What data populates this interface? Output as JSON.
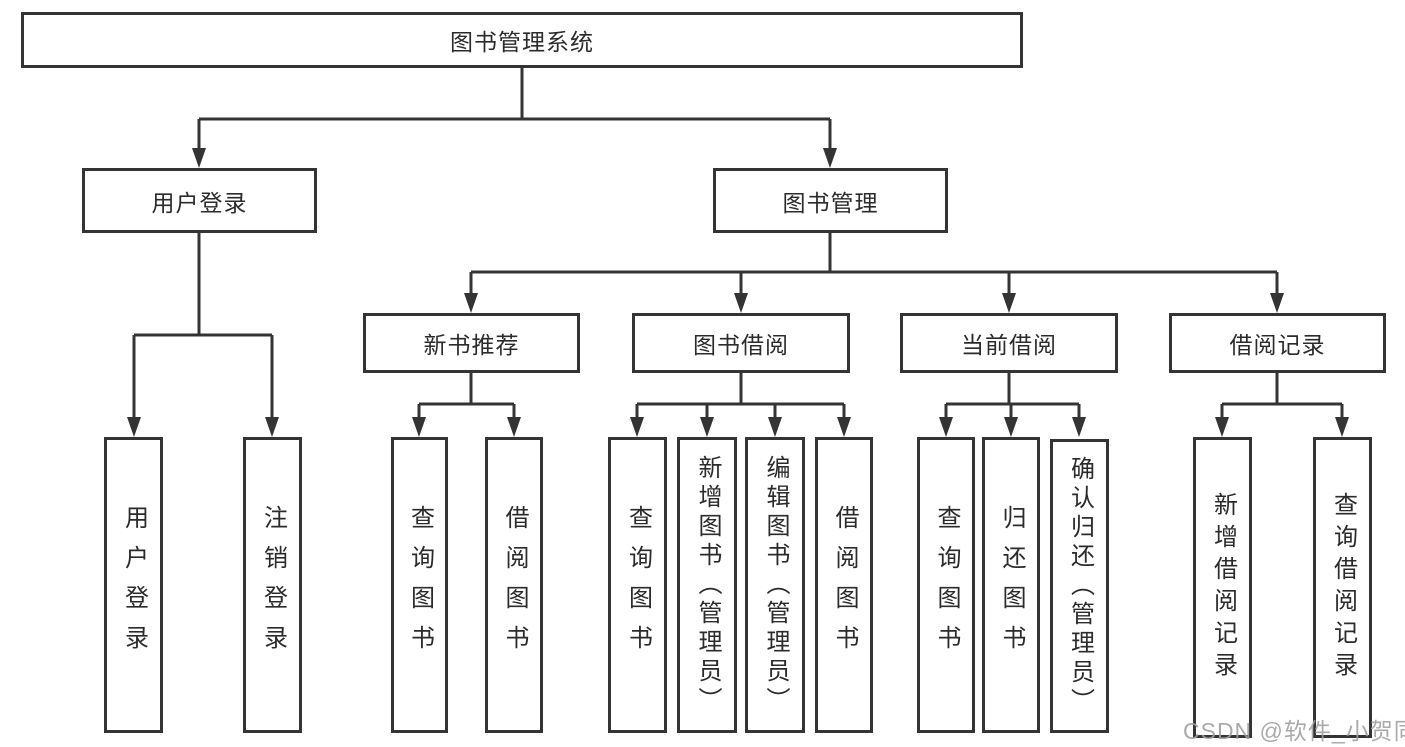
{
  "diagram": {
    "root": {
      "label": "图书管理系统"
    },
    "level2": [
      {
        "id": "user-login",
        "label": "用户登录",
        "parent": "图书管理系统"
      },
      {
        "id": "book-management",
        "label": "图书管理",
        "parent": "图书管理系统"
      }
    ],
    "level3": [
      {
        "id": "new-book-recommend",
        "label": "新书推荐",
        "parent": "图书管理"
      },
      {
        "id": "book-borrow",
        "label": "图书借阅",
        "parent": "图书管理"
      },
      {
        "id": "current-borrow",
        "label": "当前借阅",
        "parent": "图书管理"
      },
      {
        "id": "borrow-records",
        "label": "借阅记录",
        "parent": "图书管理"
      }
    ],
    "leaves": [
      {
        "label": "用户登录",
        "parent": "用户登录"
      },
      {
        "label": "注销登录",
        "parent": "用户登录"
      },
      {
        "label": "查询图书",
        "parent": "新书推荐"
      },
      {
        "label": "借阅图书",
        "parent": "新书推荐"
      },
      {
        "label": "查询图书",
        "parent": "图书借阅"
      },
      {
        "label": "新增图书（管理员）",
        "parent": "图书借阅"
      },
      {
        "label": "编辑图书（管理员）",
        "parent": "图书借阅"
      },
      {
        "label": "借阅图书",
        "parent": "图书借阅"
      },
      {
        "label": "查询图书",
        "parent": "当前借阅"
      },
      {
        "label": "归还图书",
        "parent": "当前借阅"
      },
      {
        "label": "确认归还（管理员）",
        "parent": "当前借阅"
      },
      {
        "label": "新增借阅记录",
        "parent": "借阅记录"
      },
      {
        "label": "查询借阅记录",
        "parent": "借阅记录"
      }
    ]
  },
  "watermark": {
    "text": "CSDN @软件_小贺同学"
  },
  "colors": {
    "line": "#343434",
    "box_border": "#343434",
    "text": "#2b2b2b",
    "background": "#ffffff",
    "watermark": "#9e9e9e"
  }
}
